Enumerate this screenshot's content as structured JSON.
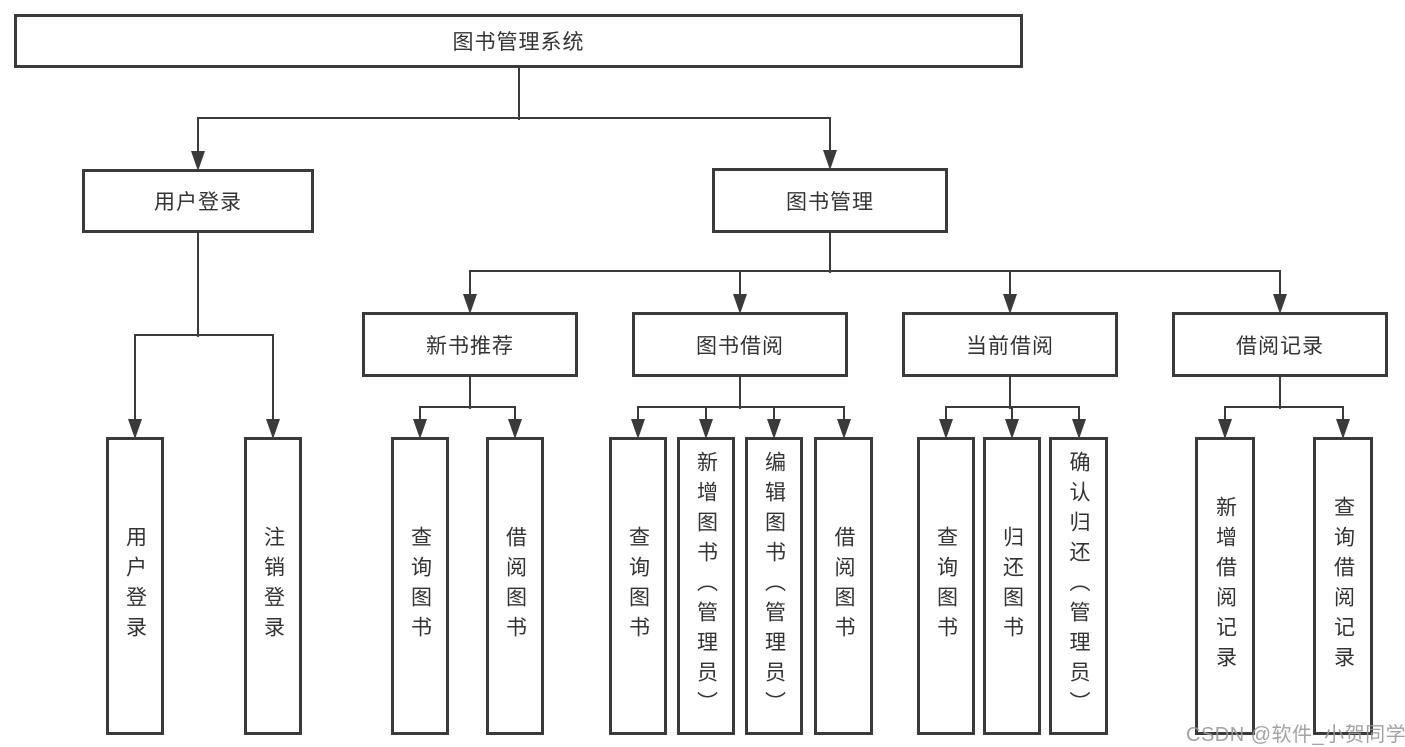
{
  "diagram": {
    "title": "图书管理系统",
    "nodes": [
      {
        "id": "system",
        "label": "图书管理系统",
        "parent": null,
        "orientation": "horizontal"
      },
      {
        "id": "user-login-group",
        "label": "用户登录",
        "parent": "system",
        "orientation": "horizontal"
      },
      {
        "id": "book-mgmt",
        "label": "图书管理",
        "parent": "system",
        "orientation": "horizontal"
      },
      {
        "id": "user-login",
        "label": "用户登录",
        "parent": "user-login-group",
        "orientation": "vertical"
      },
      {
        "id": "logout",
        "label": "注销登录",
        "parent": "user-login-group",
        "orientation": "vertical"
      },
      {
        "id": "new-book-rec",
        "label": "新书推荐",
        "parent": "book-mgmt",
        "orientation": "horizontal"
      },
      {
        "id": "book-borrow",
        "label": "图书借阅",
        "parent": "book-mgmt",
        "orientation": "horizontal"
      },
      {
        "id": "current-borrow",
        "label": "当前借阅",
        "parent": "book-mgmt",
        "orientation": "horizontal"
      },
      {
        "id": "borrow-records",
        "label": "借阅记录",
        "parent": "book-mgmt",
        "orientation": "horizontal"
      },
      {
        "id": "query-books-nbr",
        "label": "查询图书",
        "parent": "new-book-rec",
        "orientation": "vertical"
      },
      {
        "id": "borrow-books-nbr",
        "label": "借阅图书",
        "parent": "new-book-rec",
        "orientation": "vertical"
      },
      {
        "id": "query-books-bb",
        "label": "查询图书",
        "parent": "book-borrow",
        "orientation": "vertical"
      },
      {
        "id": "add-books",
        "label": "新增图书（管理员）",
        "parent": "book-borrow",
        "orientation": "vertical"
      },
      {
        "id": "edit-books",
        "label": "编辑图书（管理员）",
        "parent": "book-borrow",
        "orientation": "vertical"
      },
      {
        "id": "borrow-books-bb",
        "label": "借阅图书",
        "parent": "book-borrow",
        "orientation": "vertical"
      },
      {
        "id": "query-books-cb",
        "label": "查询图书",
        "parent": "current-borrow",
        "orientation": "vertical"
      },
      {
        "id": "return-books",
        "label": "归还图书",
        "parent": "current-borrow",
        "orientation": "vertical"
      },
      {
        "id": "confirm-return",
        "label": "确认归还（管理员）",
        "parent": "current-borrow",
        "orientation": "vertical"
      },
      {
        "id": "add-borrow-record",
        "label": "新增借阅记录",
        "parent": "borrow-records",
        "orientation": "vertical"
      },
      {
        "id": "query-borrow-record",
        "label": "查询借阅记录",
        "parent": "borrow-records",
        "orientation": "vertical"
      }
    ],
    "watermark": "CSDN @软件_小贺同学",
    "colors": {
      "line": "#3a3a3a",
      "text": "#333333",
      "watermark": "#98999c",
      "background": "#ffffff"
    }
  }
}
